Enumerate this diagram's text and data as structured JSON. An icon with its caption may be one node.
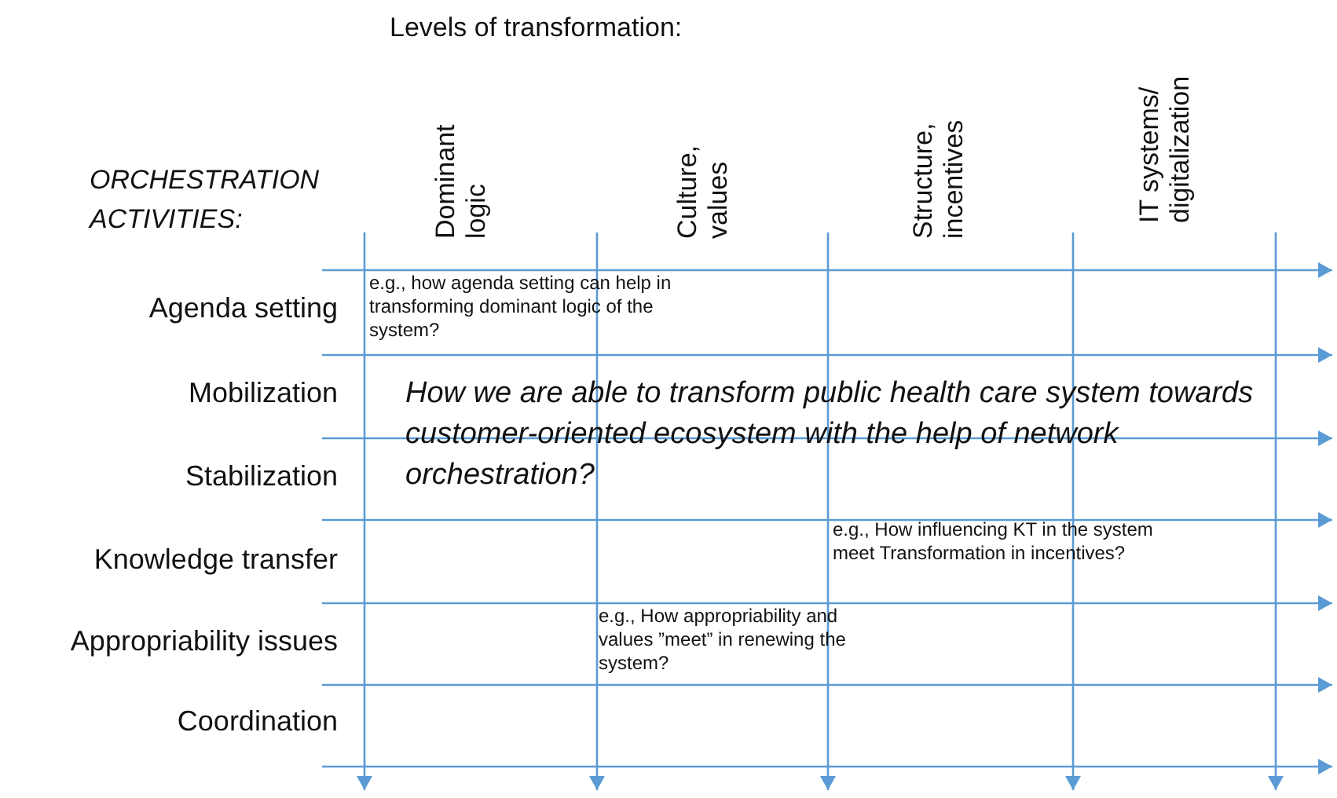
{
  "diagram": {
    "title": "Levels of transformation:",
    "labels": [
      "ORCHESTRATION ACTIVITIES:",
      "Dominant logic",
      "Culture, values",
      "Structure, incentives",
      "IT systems/ digitalization",
      "Agenda setting",
      "e.g., how agenda setting can help in transforming dominant logic of the system?",
      "Mobilization",
      "How we are able to transform public health care system towards customer-oriented ecosystem with the help of network orchestration?",
      "Stabilization",
      "Knowledge transfer",
      "e.g., How influencing KT in the system meet Transformation in incentives?",
      "Appropriability issues",
      "e.g., How appropriability and values ”meet” in renewing the system?",
      "Coordination"
    ]
  }
}
